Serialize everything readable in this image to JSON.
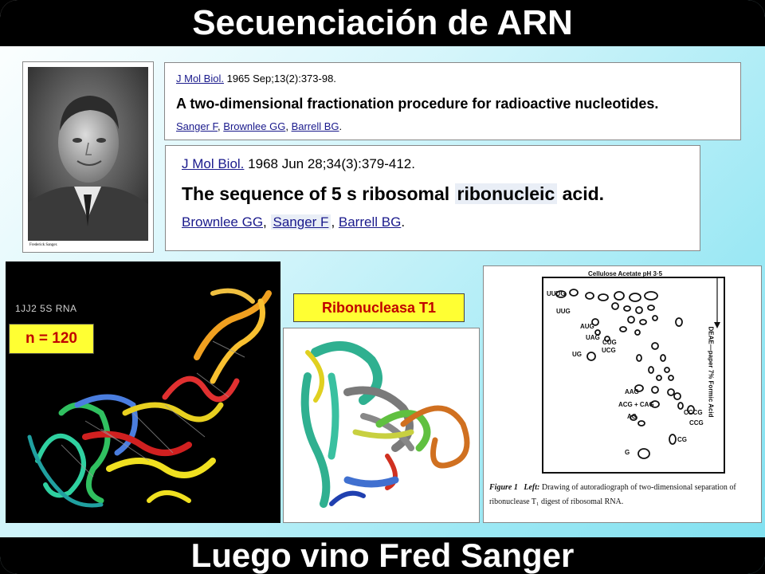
{
  "slide": {
    "title": "Secuenciación de ARN",
    "footer": "Luego vino  Fred Sanger"
  },
  "photo": {
    "caption": "Frederick Sanger."
  },
  "ref1": {
    "journal": "J Mol Biol.",
    "details": "1965 Sep;13(2):373-98.",
    "title": "A two-dimensional fractionation procedure for radioactive nucleotides.",
    "authors": [
      "Sanger F",
      "Brownlee GG",
      "Barrell BG"
    ]
  },
  "ref2": {
    "journal": "J Mol Biol.",
    "details": "1968 Jun 28;34(3):379-412.",
    "title_before": "The sequence of 5 s ribosomal ",
    "title_highlight": "ribonucleic",
    "title_after": " acid.",
    "authors": [
      "Brownlee GG",
      "Sanger F",
      "Barrell BG"
    ]
  },
  "rna_model": {
    "label": "1JJ2  5S  RNA",
    "badge": "n = 120"
  },
  "t1_model": {
    "label": "Ribonucleasa T1"
  },
  "figure": {
    "top_label": "Cellulose Acetate pH 3·5",
    "side_label": "DEAE—paper 7% Formic Acid",
    "spots": {
      "uuug": "UUUG",
      "uug": "UUG",
      "aug": "AUG",
      "uag": "UAG",
      "cug": "CUG",
      "ucg": "UCG",
      "ug": "UG",
      "aag": "AAG",
      "acg_cag": "ACG + CAG",
      "ag": "AG",
      "cccg": "CCCG",
      "ccg": "CCG",
      "cg": "CG",
      "g": "G"
    },
    "caption_label": "Figure 1",
    "caption_left": "Left:",
    "caption_text": "Drawing of autoradiograph of two-dimensional separation of ribonuclease T₁ digest of ribosomal RNA."
  }
}
